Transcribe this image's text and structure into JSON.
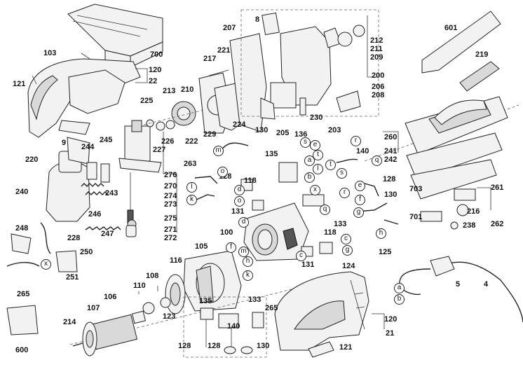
{
  "parts": {
    "p4": "4",
    "p5": "5",
    "p8": "8",
    "p9": "9",
    "p21": "21",
    "p22": "22",
    "p100": "100",
    "p103": "103",
    "p105": "105",
    "p106": "106",
    "p107": "107",
    "p108": "108",
    "p110": "110",
    "p116": "116",
    "p118a": "118",
    "p118b": "118",
    "p120a": "120",
    "p120b": "120",
    "p121a": "121",
    "p121b": "121",
    "p123": "123",
    "p124": "124",
    "p125": "125",
    "p128a": "128",
    "p128b": "128",
    "p128c": "128",
    "p128d": "128",
    "p130a": "130",
    "p130b": "130",
    "p130c": "130",
    "p131a": "131",
    "p131b": "131",
    "p133a": "133",
    "p133b": "133",
    "p135a": "135",
    "p135b": "135",
    "p136": "136",
    "p140a": "140",
    "p140b": "140",
    "p200": "200",
    "p203": "203",
    "p205": "205",
    "p206": "206",
    "p207": "207",
    "p208": "208",
    "p209": "209",
    "p210": "210",
    "p211": "211",
    "p212": "212",
    "p213": "213",
    "p214": "214",
    "p216": "216",
    "p217": "217",
    "p219": "219",
    "p220": "220",
    "p221": "221",
    "p222": "222",
    "p224": "224",
    "p225": "225",
    "p226": "226",
    "p227": "227",
    "p228": "228",
    "p229": "229",
    "p230": "230",
    "p238": "238",
    "p240": "240",
    "p241": "241",
    "p242": "242",
    "p243": "243",
    "p244": "244",
    "p245": "245",
    "p246": "246",
    "p247": "247",
    "p248": "248",
    "p250": "250",
    "p251": "251",
    "p260": "260",
    "p261": "261",
    "p262": "262",
    "p263": "263",
    "p265a": "265",
    "p265b": "265",
    "p270": "270",
    "p271": "271",
    "p272": "272",
    "p273": "273",
    "p274": "274",
    "p275": "275",
    "p276": "276",
    "p600": "600",
    "p601": "601",
    "p700": "700",
    "p701": "701",
    "p703": "703"
  },
  "wire_refs": {
    "a1": "a",
    "a2": "a",
    "b1": "b",
    "b2": "b",
    "c1": "c",
    "c2": "c",
    "d1": "d",
    "d2": "d",
    "e1": "e",
    "e2": "e",
    "f1": "f",
    "f2": "f",
    "g1": "g",
    "g2": "g",
    "h1": "h",
    "h2": "h",
    "k1": "k",
    "k2": "k",
    "l1": "l",
    "l2": "l",
    "m1": "m",
    "m2": "m",
    "o1": "o",
    "o2": "o",
    "q1": "q",
    "q2": "q",
    "r1": "r",
    "r2": "r",
    "s1": "s",
    "t1": "t",
    "t2": "t",
    "x1": "x",
    "x2": "x"
  }
}
